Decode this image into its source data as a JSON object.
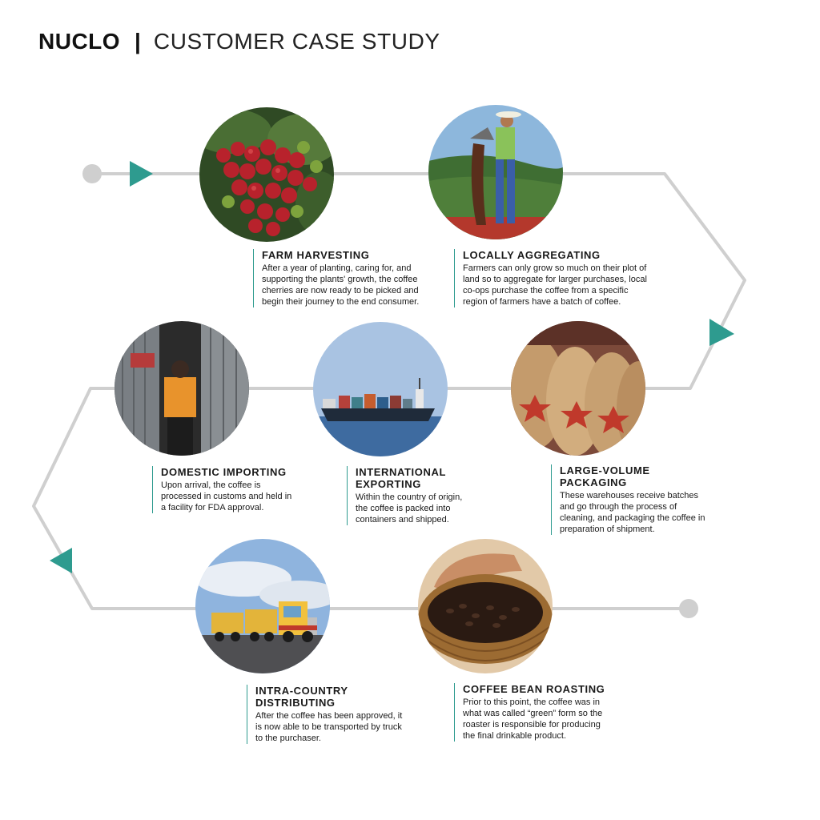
{
  "header": {
    "brand": "NUCLO",
    "separator": "|",
    "title": "CUSTOMER CASE STUDY"
  },
  "colors": {
    "path": "#cfcfcf",
    "arrow": "#2e9b8f",
    "text": "#1a1a1a"
  },
  "steps": [
    {
      "title": "FARM HARVESTING",
      "description": "After a year of planting, caring for, and supporting the plants' growth, the coffee cherries are now ready to be picked and begin their journey to the end consumer.",
      "image": "coffee-cherries-photo"
    },
    {
      "title": "LOCALLY AGGREGATING",
      "description": "Farmers can only grow so much on their plot of land so to aggregate for larger purchases, local co-ops purchase the coffee from a specific region of farmers have a batch of coffee.",
      "image": "farmer-pouring-beans-photo"
    },
    {
      "title": "LARGE-VOLUME PACKAGING",
      "description": "These warehouses receive batches and go through the process of cleaning, and packaging the coffee in preparation of shipment.",
      "image": "coffee-sacks-photo"
    },
    {
      "title": "INTERNATIONAL EXPORTING",
      "description": "Within the country of origin, the coffee is packed into containers and shipped.",
      "image": "container-ship-photo"
    },
    {
      "title": "DOMESTIC IMPORTING",
      "description": "Upon arrival, the coffee is processed in customs and held in a facility for FDA approval.",
      "image": "shipping-container-worker-photo"
    },
    {
      "title": "INTRA-COUNTRY DISTRIBUTING",
      "description": "After the coffee has been approved, it is now able to be transported by truck to the purchaser.",
      "image": "road-train-truck-photo"
    },
    {
      "title": "COFFEE BEAN ROASTING",
      "description": "Prior to this point, the coffee was in what was called “green” form so the roaster is responsible for producing the final drinkable product.",
      "image": "roasted-beans-basket-photo"
    }
  ]
}
